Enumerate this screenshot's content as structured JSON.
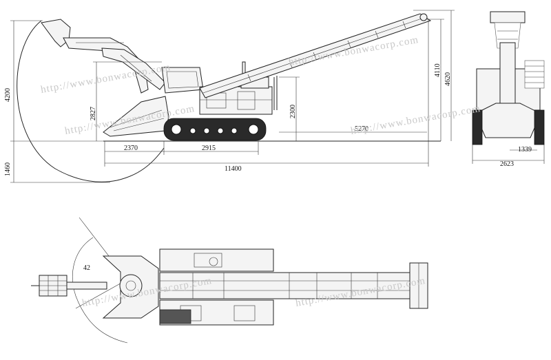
{
  "dimensions": {
    "overall_height": "4200",
    "below_ground": "1460",
    "arm_height": "2827",
    "conveyor_support_height": "2300",
    "conveyor_discharge_height": "4110",
    "total_height": "4620",
    "front_length": "2370",
    "track_length": "2915",
    "conveyor_length": "5270",
    "overall_length": "11400",
    "track_gauge": "1339",
    "overall_width": "2623",
    "swing_angle": "42"
  },
  "watermark": "http://www.bonwacorp.com",
  "colors": {
    "line": "#222222",
    "watermark": "#c9c9c9",
    "track": "#2a2a2a"
  }
}
